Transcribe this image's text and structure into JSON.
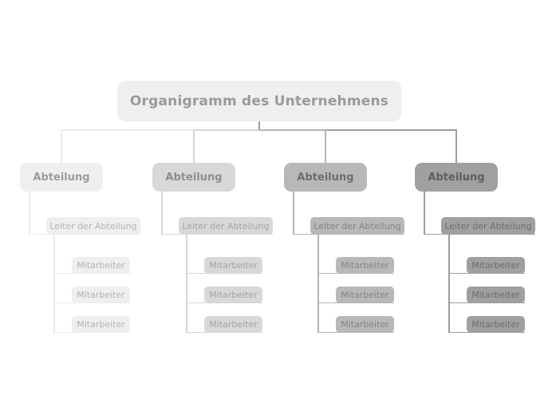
{
  "title": {
    "text": "Organigramm des Unternehmens",
    "background": "#efefef",
    "text_color": "#9a9a9a"
  },
  "connectors": {
    "root_color": "#9e9e9e"
  },
  "columns": [
    {
      "department": "Abteilung",
      "leader": "Leiter der Abteilung",
      "employees": [
        "Mitarbeiter",
        "Mitarbeiter",
        "Mitarbeiter"
      ],
      "colors": {
        "box": "#efefef",
        "line": "#ebebeb",
        "department_text": "#9c9c9c",
        "text": "#b3b3b3"
      }
    },
    {
      "department": "Abteilung",
      "leader": "Leiter der Abteilung",
      "employees": [
        "Mitarbeiter",
        "Mitarbeiter",
        "Mitarbeiter"
      ],
      "colors": {
        "box": "#d8d8d8",
        "line": "#d5d5d5",
        "department_text": "#8e8e8e",
        "text": "#a4a4a4"
      }
    },
    {
      "department": "Abteilung",
      "leader": "Leiter der Abteilung",
      "employees": [
        "Mitarbeiter",
        "Mitarbeiter",
        "Mitarbeiter"
      ],
      "colors": {
        "box": "#b8b8b8",
        "line": "#b5b5b5",
        "department_text": "#6e6e6e",
        "text": "#858585"
      }
    },
    {
      "department": "Abteilung",
      "leader": "Leiter der Abteilung",
      "employees": [
        "Mitarbeiter",
        "Mitarbeiter",
        "Mitarbeiter"
      ],
      "colors": {
        "box": "#a0a0a0",
        "line": "#9d9d9d",
        "department_text": "#5e5e5e",
        "text": "#6d6d6d"
      }
    }
  ],
  "canvas": {
    "background": "#ffffff"
  }
}
